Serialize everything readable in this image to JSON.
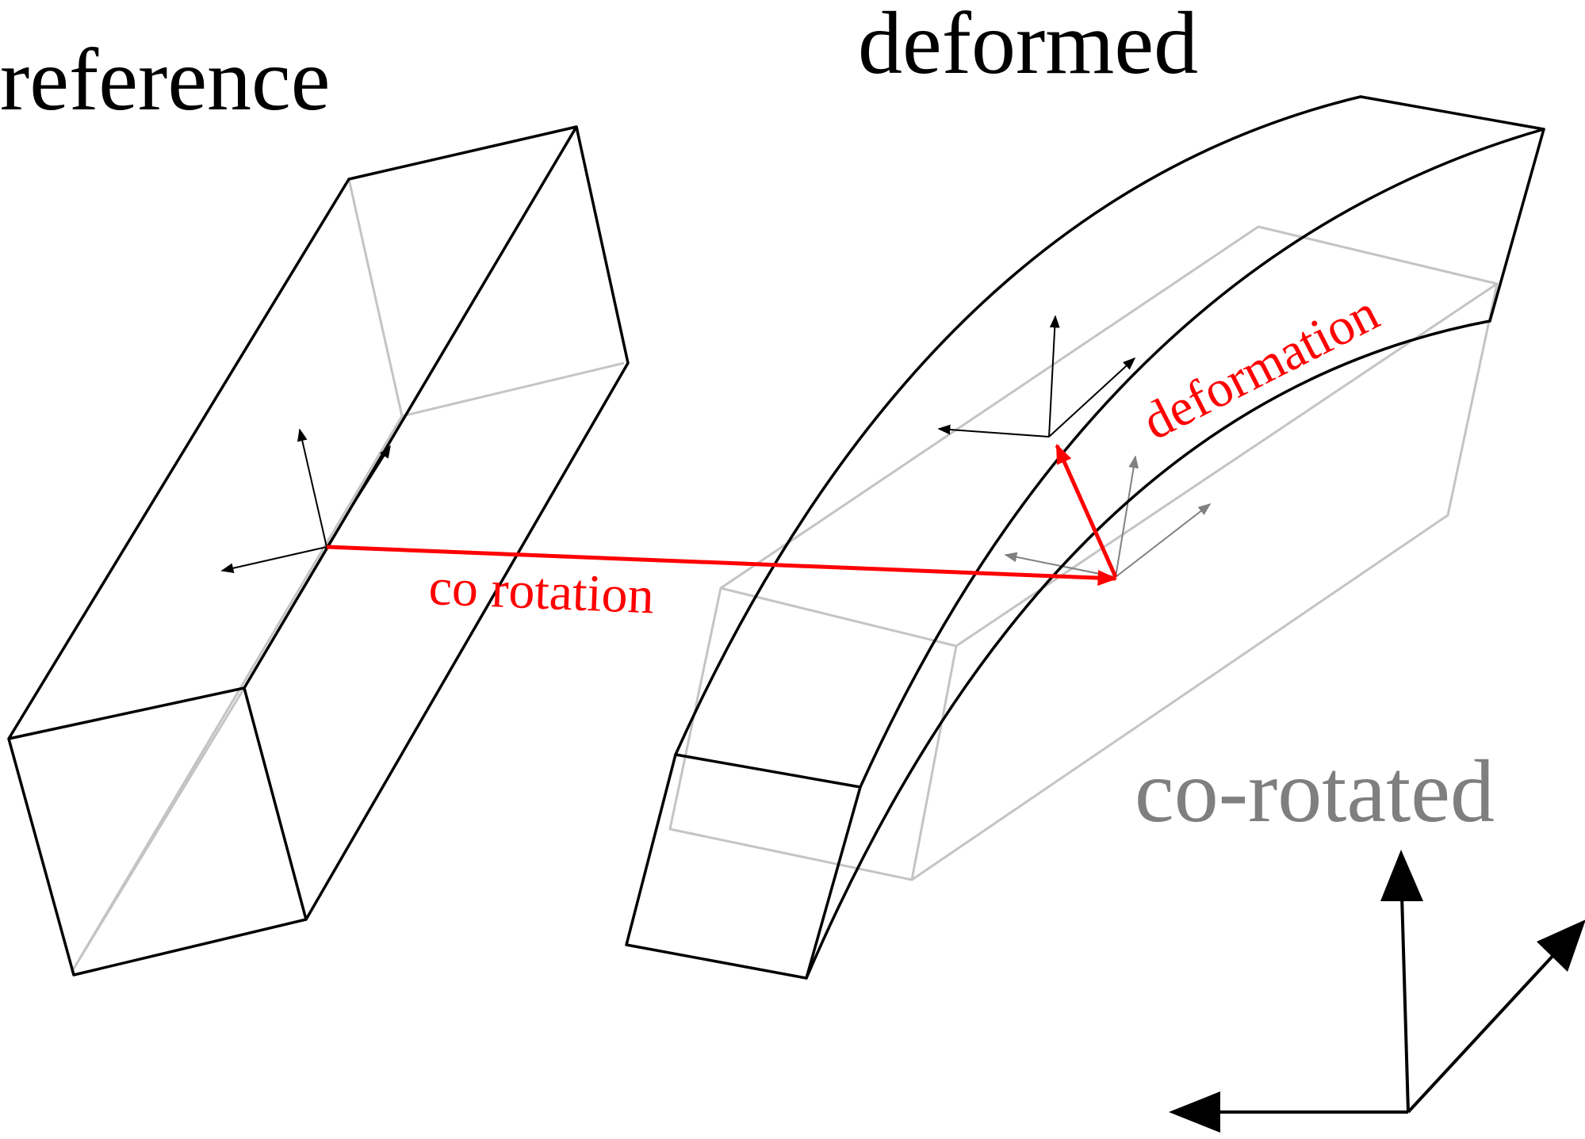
{
  "labels": {
    "reference": "reference",
    "deformed": "deformed",
    "co_rotated": "co-rotated",
    "co_rotation": "co rotation",
    "deformation": "deformation"
  },
  "colors": {
    "outline": "#000000",
    "hidden_edges": "#c4c4c4",
    "co_rotated_frame": "#808080",
    "highlight": "#ff0000",
    "co_rotated_label": "#7f7f7f"
  },
  "icons": {
    "frame_arrows": "arrow-head"
  }
}
